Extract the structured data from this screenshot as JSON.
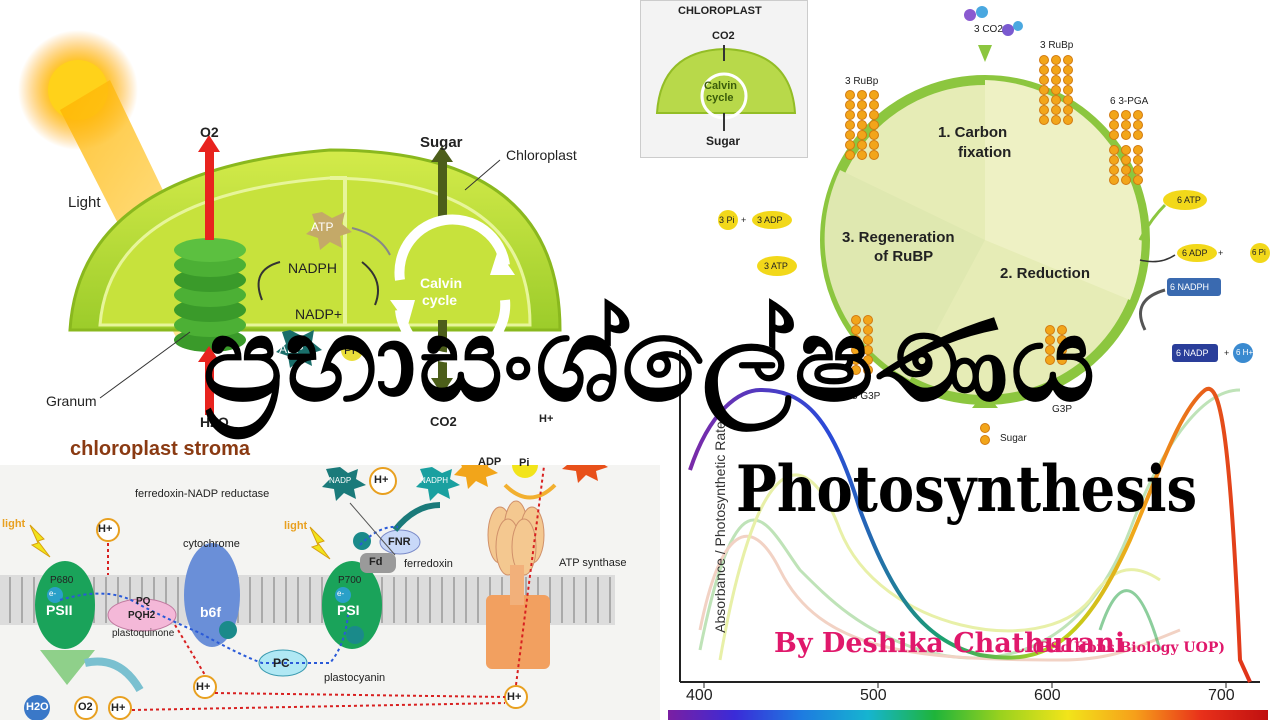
{
  "title": {
    "sinhala": "ප්‍රභාසංශ්ලේෂණය",
    "english": "Photosynthesis",
    "byline": "By Deshika Chathurani",
    "byline_note": "(BSc Hons Biology UOP)"
  },
  "chloroplast_overview": {
    "light": "Light",
    "o2": "O2",
    "h2o": "H2O",
    "co2": "CO2",
    "sugar": "Sugar",
    "chloroplast": "Chloroplast",
    "granum": "Granum",
    "stroma": "chloroplast stroma",
    "atp": "ATP",
    "nadph": "NADPH",
    "nadp": "NADP+",
    "adp": "ADP",
    "pi": "Pi",
    "calvin_1": "Calvin",
    "calvin_2": "cycle"
  },
  "inset": {
    "heading": "CHLOROPLAST",
    "co2": "CO2",
    "calvin_1": "Calvin",
    "calvin_2": "cycle",
    "sugar": "Sugar"
  },
  "calvin_cycle": {
    "co2_in": "3 CO2",
    "rubp_top": "3 RuBp",
    "rubp_left": "3 RuBp",
    "pga": "6 3-PGA",
    "stage1_a": "1. Carbon",
    "stage1_b": "fixation",
    "stage2": "2. Reduction",
    "stage3_a": "3. Regeneration",
    "stage3_b": "of RuBP",
    "atp6": "6 ATP",
    "adp6": "6 ADP",
    "pi6": "6 Pi",
    "pi3": "3 Pi",
    "adp3": "3 ADP",
    "atp3": "3 ATP",
    "nadph6": "6 NADPH",
    "nadp6": "6 NADP",
    "h6": "6 H+",
    "g3p5": "5 G3P",
    "g3p": "G3P",
    "sugar": "Sugar",
    "plus": "+"
  },
  "electron_transport": {
    "light_1": "light",
    "light_2": "light",
    "p680": "P680",
    "psii": "PSII",
    "p700": "P700",
    "psi": "PSI",
    "cytochrome": "cytochrome",
    "b6f": "b6f",
    "pq": "PQ",
    "pqh2": "PQH2",
    "plastoquinone": "plastoquinone",
    "pc": "PC",
    "plastocyanin": "plastocyanin",
    "fd": "Fd",
    "ferredoxin": "ferredoxin",
    "fnr": "FNR",
    "fnr_label": "ferredoxin-NADP reductase",
    "nadp": "NADP",
    "nadph": "NADPH",
    "h": "H+",
    "adp": "ADP",
    "pi": "Pi",
    "atp": "ATP",
    "atp_synthase": "ATP synthase",
    "h2o": "H2O",
    "o2": "O2",
    "e": "e-"
  },
  "spectrum_chart": {
    "ylabel": "Absorbance / Photosynthetic Rate",
    "ticks": [
      "400",
      "500",
      "600",
      "700"
    ]
  },
  "colors": {
    "title_pink": "#e0186b",
    "leaf_green": "#b6d936",
    "cycle_green": "#8cc63f",
    "membrane_gray": "#c8c8c8"
  }
}
